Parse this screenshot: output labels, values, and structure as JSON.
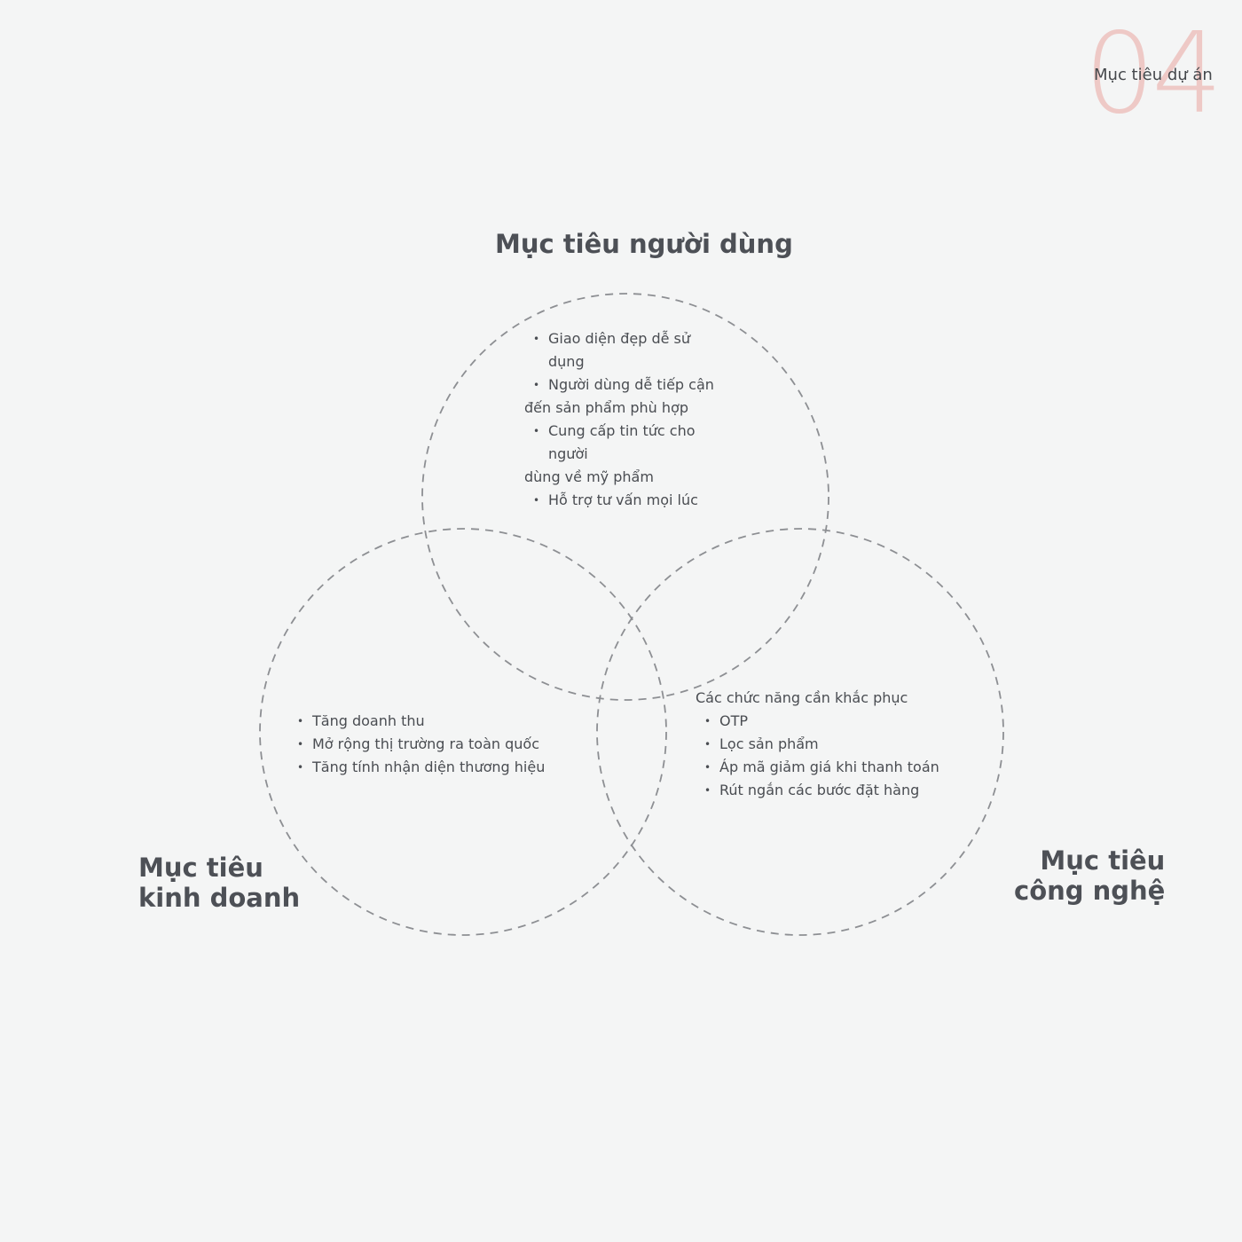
{
  "header": {
    "page_number": "04",
    "page_label": "Mục tiêu dự án"
  },
  "colors": {
    "background": "#f4f5f5",
    "accent": "#eec9c6",
    "text": "#4a4d52",
    "circle_stroke": "#8d8f93"
  },
  "venn": {
    "user": {
      "title": "Mục tiêu người dùng",
      "lines": [
        {
          "type": "bullet",
          "text": "Giao diện đẹp dễ sử"
        },
        {
          "type": "cont",
          "text": "dụng"
        },
        {
          "type": "bullet",
          "text": "Người dùng dễ tiếp cận"
        },
        {
          "type": "plain",
          "text": "đến sản phẩm phù hợp"
        },
        {
          "type": "bullet",
          "text": "Cung cấp tin tức cho"
        },
        {
          "type": "cont",
          "text": "người"
        },
        {
          "type": "plain",
          "text": "dùng về mỹ phẩm"
        },
        {
          "type": "bullet",
          "text": "Hỗ trợ tư vấn mọi lúc"
        }
      ]
    },
    "business": {
      "title_line1": "Mục tiêu",
      "title_line2": "kinh doanh",
      "items": [
        "Tăng doanh thu",
        "Mở rộng thị trường ra toàn quốc",
        "Tăng tính nhận diện thương hiệu"
      ]
    },
    "technology": {
      "title_line1": "Mục tiêu",
      "title_line2": "công nghệ",
      "intro": "Các chức năng cần khắc phục",
      "items": [
        "OTP",
        "Lọc sản phẩm",
        "Áp mã giảm giá khi thanh toán",
        "Rút ngắn các bước đặt hàng"
      ]
    }
  }
}
